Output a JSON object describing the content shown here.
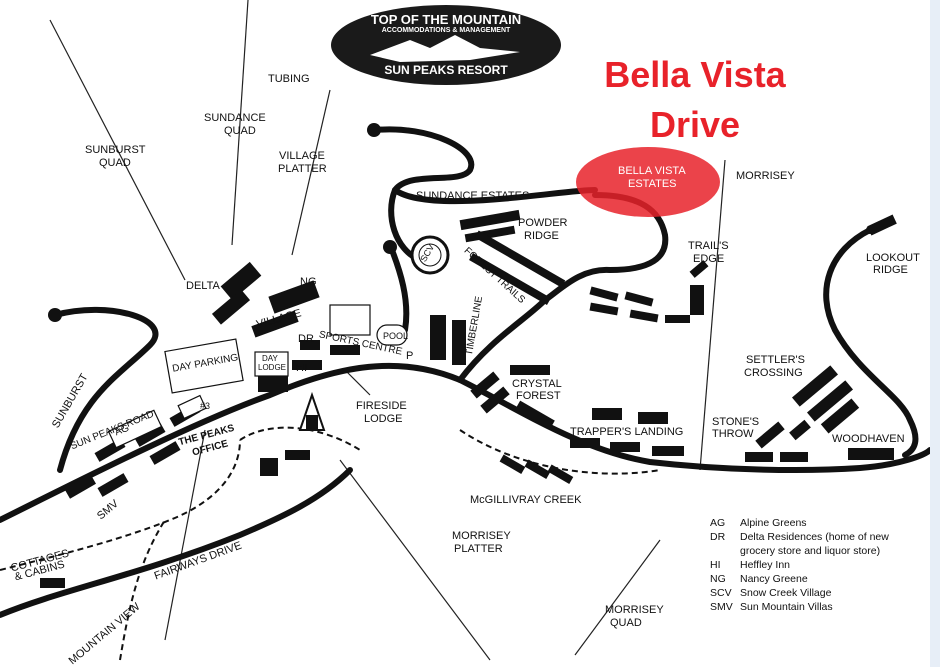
{
  "logo": {
    "line1": "TOP OF THE MOUNTAIN",
    "line2": "ACCOMMODATIONS & MANAGEMENT",
    "line3": "SUN PEAKS RESORT"
  },
  "highlight": {
    "title_line1": "Bella Vista",
    "title_line2": "Drive",
    "color": "#e8222a"
  },
  "labels": {
    "tubing": "TUBING",
    "sundance_quad_1": "SUNDANCE",
    "sundance_quad_2": "QUAD",
    "sunburst_quad_1": "SUNBURST",
    "sunburst_quad_2": "QUAD",
    "village_platter_1": "VILLAGE",
    "village_platter_2": "PLATTER",
    "sundance_estates": "SUNDANCE ESTATES",
    "bella_vista_estates_1": "BELLA VISTA",
    "bella_vista_estates_2": "ESTATES",
    "morrisey": "MORRISEY",
    "powder_ridge_1": "POWDER",
    "powder_ridge_2": "RIDGE",
    "trails_edge_1": "TRAIL'S",
    "trails_edge_2": "EDGE",
    "lookout_ridge_1": "LOOKOUT",
    "lookout_ridge_2": "RIDGE",
    "scv": "SCV",
    "forest_trails": "FOREST TRAILS",
    "delta": "DELTA",
    "ng": "NG",
    "village": "VILLAGE",
    "dr": "DR",
    "sports_centre": "SPORTS CENTRE",
    "pool": "POOL",
    "p": "P",
    "timberline": "TIMBERLINE",
    "day_parking": "DAY PARKING",
    "day_lodge_1": "DAY",
    "day_lodge_2": "LODGE",
    "hi": "HI",
    "sunburst": "SUNBURST",
    "crystal_forest_1": "CRYSTAL",
    "crystal_forest_2": "FOREST",
    "settlers_crossing_1": "SETTLER'S",
    "settlers_crossing_2": "CROSSING",
    "fireside_lodge_1": "FIRESIDE",
    "fireside_lodge_2": "LODGE",
    "sun_peaks_road": "SUN PEAKS ROAD",
    "ag": "AG",
    "num3": "#3",
    "the_peaks_office_1": "THE PEAKS",
    "the_peaks_office_2": "OFFICE",
    "trappers_landing": "TRAPPER'S LANDING",
    "stones_throw_1": "STONE'S",
    "stones_throw_2": "THROW",
    "woodhaven": "WOODHAVEN",
    "mcgillivray_creek": "McGILLIVRAY CREEK",
    "smv": "SMV",
    "cottages_1": "COTTAGES",
    "cottages_2": "& CABINS",
    "fairways_drive": "FAIRWAYS DRIVE",
    "morrisey_platter_1": "MORRISEY",
    "morrisey_platter_2": "PLATTER",
    "morrisey_quad_1": "MORRISEY",
    "morrisey_quad_2": "QUAD",
    "mountain_view": "MOUNTAIN VIEW"
  },
  "legend": [
    {
      "code": "AG",
      "text": "Alpine Greens"
    },
    {
      "code": "DR",
      "text": "Delta Residences (home of new grocery store and liquor store)"
    },
    {
      "code": "HI",
      "text": "Heffley Inn"
    },
    {
      "code": "NG",
      "text": "Nancy Greene"
    },
    {
      "code": "SCV",
      "text": "Snow Creek Village"
    },
    {
      "code": "SMV",
      "text": "Sun Mountain Villas"
    }
  ]
}
